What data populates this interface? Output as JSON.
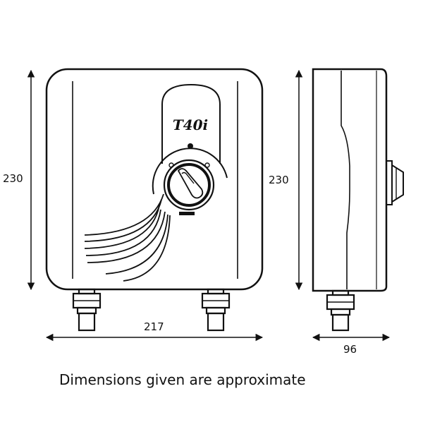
{
  "diagram": {
    "front_view": {
      "height_label": "230",
      "width_label": "217",
      "logo_text": "T40i"
    },
    "side_view": {
      "height_label": "230",
      "depth_label": "96"
    }
  },
  "note": "Dimensions given are approximate",
  "colors": {
    "line": "#111111",
    "background": "#ffffff"
  }
}
